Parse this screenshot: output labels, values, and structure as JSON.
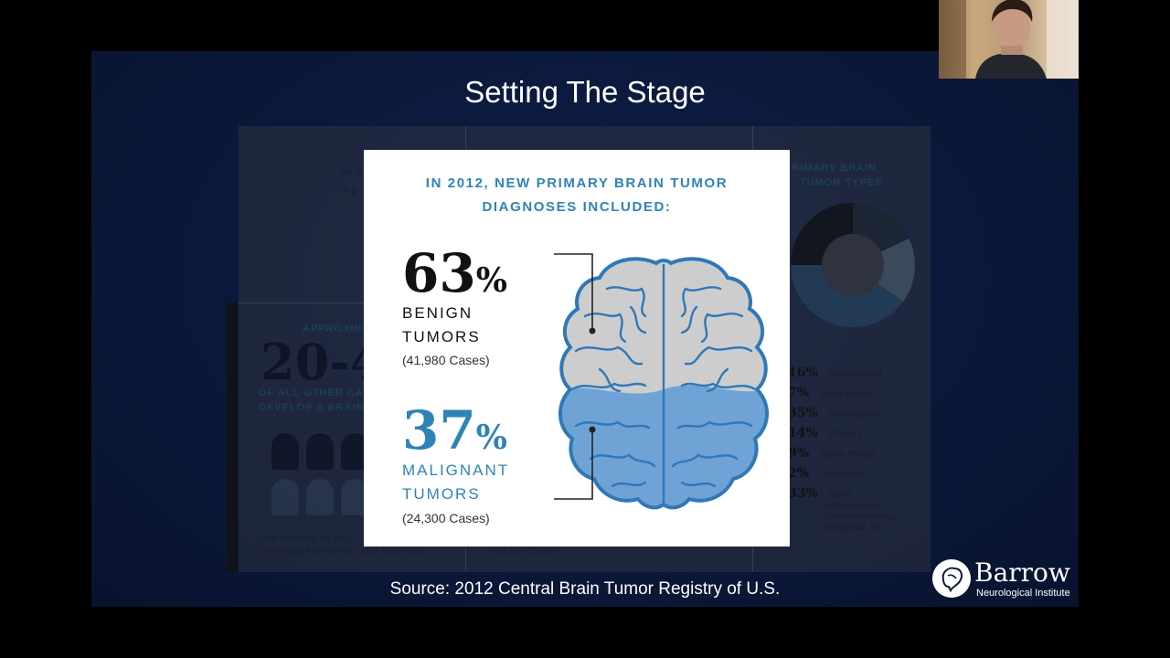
{
  "slide": {
    "title": "Setting The Stage",
    "source": "Source:  2012 Central Brain Tumor Registry of U.S."
  },
  "card": {
    "heading_line1": "IN 2012, NEW PRIMARY BRAIN TUMOR",
    "heading_line2": "DIAGNOSES INCLUDED:",
    "benign": {
      "value": "63",
      "symbol": "%",
      "label_line1": "BENIGN",
      "label_line2": "TUMORS",
      "cases": "(41,980 Cases)"
    },
    "malignant": {
      "value": "37",
      "symbol": "%",
      "label_line1": "MALIGNANT",
      "label_line2": "TUMORS",
      "cases": "(24,300 Cases)"
    }
  },
  "background": {
    "primary_types_line1": "PRIMARY BRAIN",
    "primary_types_line2": "TUMOR TYPES",
    "approx": "APPROXIN",
    "big_number": "20-4",
    "other_line1": "OF ALL OTHER CA",
    "other_line2": "DEVELOP A BRAIN",
    "accounts_line1": "This accounts for 98,0",
    "accounts_line2": "metastatic brain tumor cases each year.",
    "faded_cases": "(24,300 Cases)",
    "snippet1": "An a",
    "snippet2": "a p",
    "legend": [
      {
        "pct": "16%",
        "name": "Glioblastoma"
      },
      {
        "pct": "7%",
        "name": "Astrocytoma"
      },
      {
        "pct": "35%",
        "name": "Meningioma"
      },
      {
        "pct": "14%",
        "name": "Pituitary"
      },
      {
        "pct": "9%",
        "name": "Nerve Sheath"
      },
      {
        "pct": "2%",
        "name": "Lymphoma"
      },
      {
        "pct": "33%",
        "name": "Other"
      }
    ],
    "other_detail_line1": "(Ependymoma,",
    "other_detail_line2": "Oligodendroglioma,",
    "other_detail_line3": "Embryonal, etc.)"
  },
  "logo": {
    "name": "Barrow",
    "subtitle": "Neurological Institute"
  },
  "colors": {
    "accent": "#2f83b6",
    "brain_gray": "#c9c9c9",
    "brain_blue": "#6fa3d6",
    "slide_bg": "#0a1838"
  },
  "icons": {
    "brain": "brain-icon",
    "logo": "barrow-logo-icon"
  }
}
